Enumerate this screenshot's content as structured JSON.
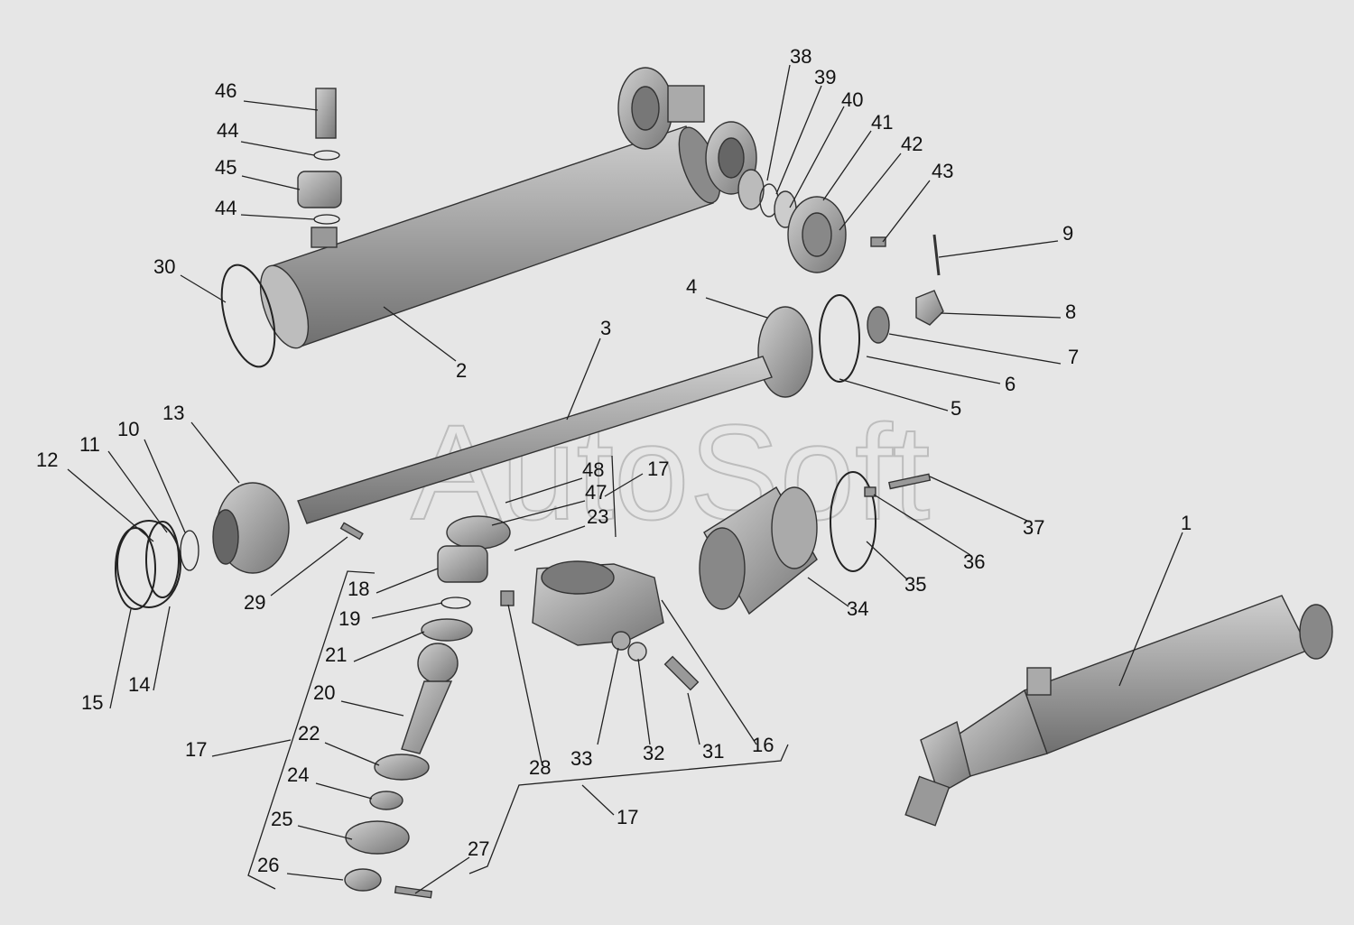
{
  "watermark": "AutoSoft",
  "callouts": [
    "46",
    "44",
    "45",
    "44",
    "38",
    "39",
    "40",
    "41",
    "42",
    "43",
    "30",
    "2",
    "9",
    "4",
    "8",
    "3",
    "7",
    "6",
    "5",
    "13",
    "10",
    "11",
    "12",
    "48",
    "47",
    "17",
    "23",
    "29",
    "18",
    "19",
    "21",
    "20",
    "22",
    "24",
    "25",
    "26",
    "15",
    "14",
    "17",
    "28",
    "33",
    "32",
    "31",
    "16",
    "17",
    "27",
    "37",
    "36",
    "35",
    "34",
    "1"
  ],
  "colors": {
    "background": "#e6e6e6",
    "part": "#9a9a9a",
    "line": "#222222",
    "watermark": "#bdbdbd"
  }
}
